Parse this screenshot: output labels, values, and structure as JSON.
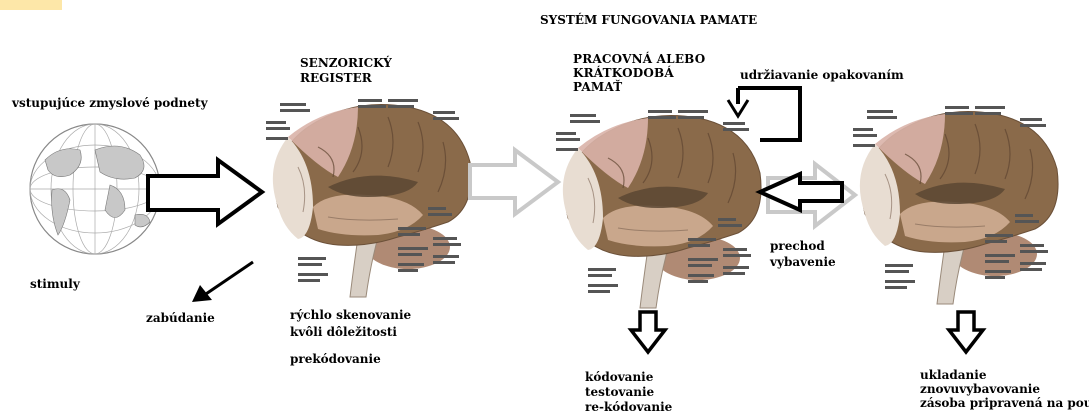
{
  "title": "SYSTÉM FUNGOVANIA PAMATE",
  "stages": {
    "sensory": [
      "SENZORICKÝ",
      "REGISTER"
    ],
    "working": [
      "PRACOVNÁ ALEBO",
      "KRÁTKODOBÁ",
      "PAMAŤ"
    ]
  },
  "labels": {
    "input": "vstupujúce zmyslové podnety",
    "stimuli": "stimuly",
    "forgetting": "zabúdanie",
    "rehearsal": "udržiavanie opakovaním",
    "scan": [
      "rýchlo skenovanie",
      "kvôli dôležitosti"
    ],
    "recoding": "prekódovanie",
    "transfer": [
      "prechod",
      "vybavenie"
    ],
    "encoding": [
      "kódovanie",
      "testovanie",
      "re-kódovanie"
    ],
    "storage": [
      "ukladanie",
      "znovuvybavovanie",
      "zásoba pripravená na použitie"
    ]
  },
  "icons": {
    "globe": "globe-icon",
    "brain": "brain-icon",
    "arrow": "arrow-icon"
  },
  "colors": {
    "frontal": "#8a6a4a",
    "parietal": "#a07a55",
    "temporal": "#c9a78c",
    "occipital": "#e8ddd2",
    "limbic": "#5b4633",
    "highlight_pink": "#d9b3a8",
    "grey_arrow": "#c9c9c9"
  }
}
